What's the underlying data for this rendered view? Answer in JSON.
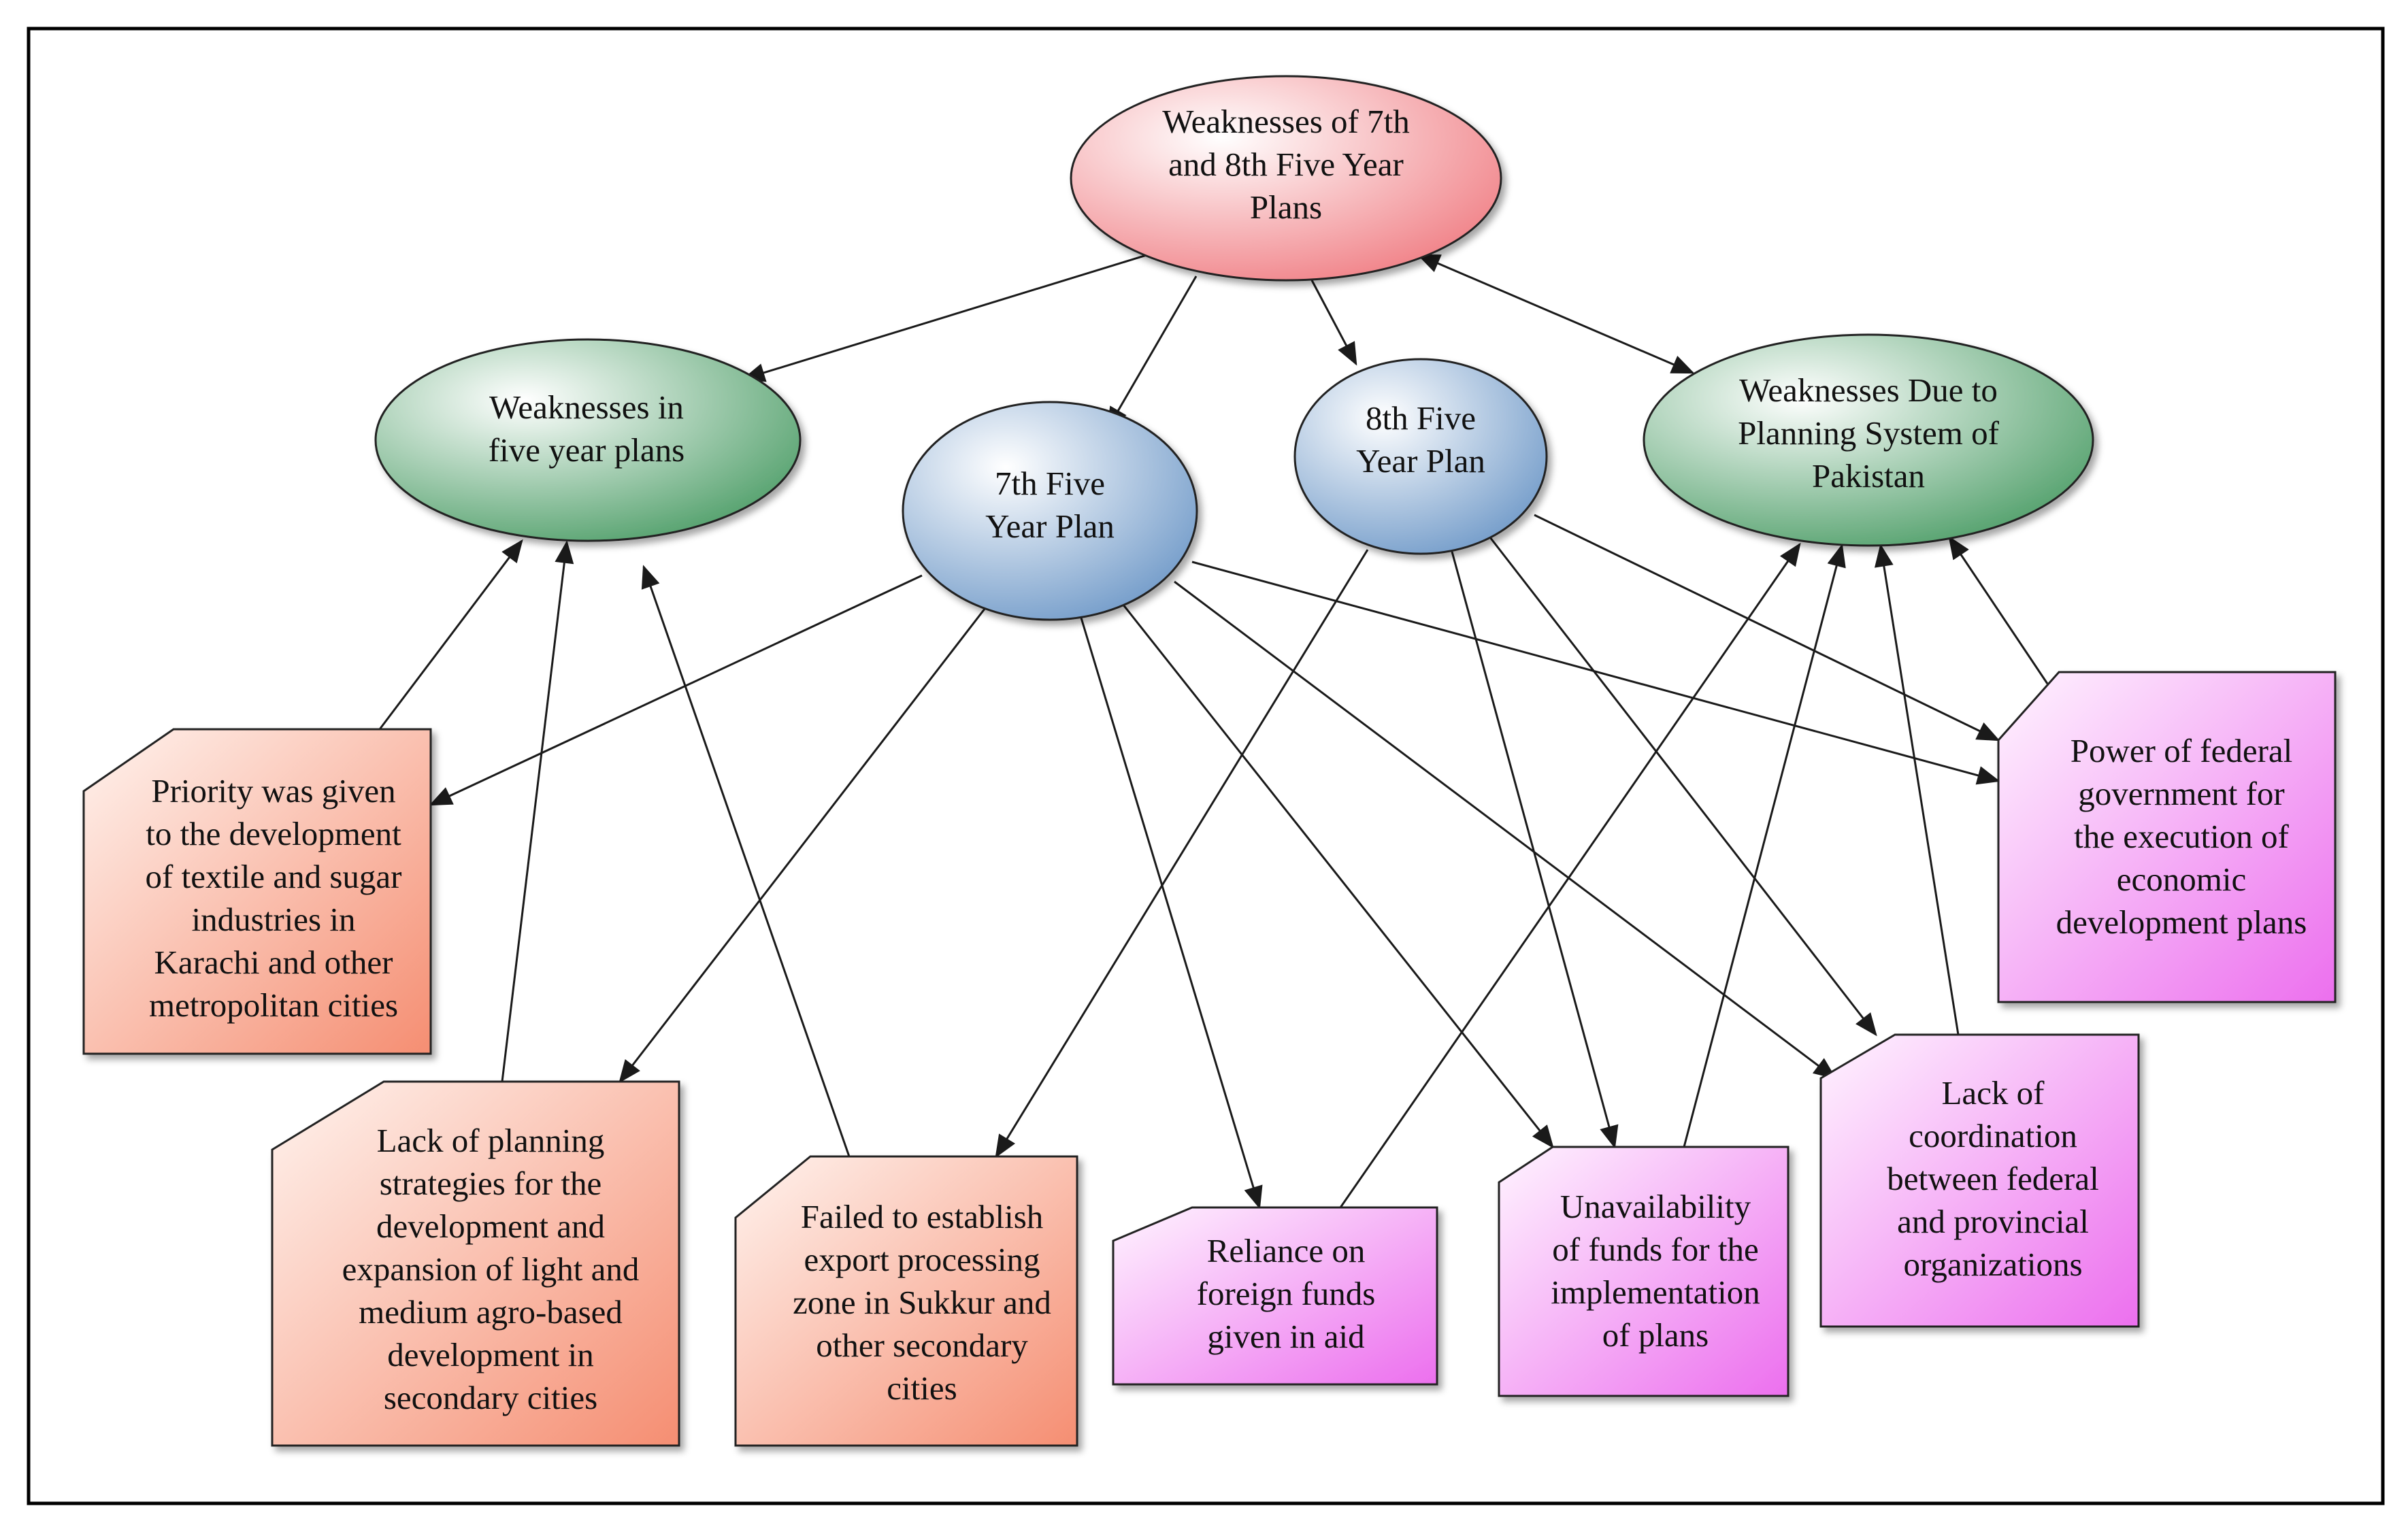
{
  "colors": {
    "root_fill": "#f4a6a8",
    "plan_fill": "#a9c3e0",
    "category_fill": "#a8d3b4",
    "weakness_warm_fill": "#fbc4b2",
    "weakness_pink_fill": "#f3b8f4",
    "edge": "#1a1a1a",
    "frame": "#000000"
  },
  "nodes": {
    "root": {
      "lines": [
        "Weaknesses of 7th",
        "and 8th Five Year",
        "Plans"
      ]
    },
    "five_year": {
      "lines": [
        "Weaknesses in",
        "five year  plans"
      ]
    },
    "seventh": {
      "lines": [
        "7th Five",
        "Year Plan"
      ]
    },
    "eighth": {
      "lines": [
        "8th Five",
        "Year Plan"
      ]
    },
    "planning_system": {
      "lines": [
        "Weaknesses Due to",
        "Planning System of",
        "Pakistan"
      ]
    },
    "priority": {
      "lines": [
        "Priority was given",
        "to the development",
        "of textile and sugar",
        "industries in",
        "Karachi and other",
        "metropolitan cities"
      ]
    },
    "lack_planning": {
      "lines": [
        "Lack of  planning",
        "strategies for the",
        "development and",
        "expansion of light and",
        "medium agro-based",
        "development in",
        "secondary cities"
      ]
    },
    "failed_export": {
      "lines": [
        "Failed to establish",
        "export processing",
        "zone in Sukkur and",
        "other secondary",
        "cities"
      ]
    },
    "reliance": {
      "lines": [
        "Reliance on",
        "foreign funds",
        "given in aid"
      ]
    },
    "unavailability": {
      "lines": [
        "Unavailability",
        "of funds for the",
        "implementation",
        "of plans"
      ]
    },
    "coordination": {
      "lines": [
        "Lack of",
        "coordination",
        "between federal",
        "and provincial",
        "organizations"
      ]
    },
    "federal_power": {
      "lines": [
        "Power of federal",
        "government for",
        "the execution of",
        "economic",
        "development plans"
      ]
    }
  },
  "edges": [
    {
      "from": "root",
      "to": "five_year",
      "arrows": "both"
    },
    {
      "from": "root",
      "to": "planning_system",
      "arrows": "both"
    },
    {
      "from": "root",
      "to": "seventh",
      "arrows": "end"
    },
    {
      "from": "root",
      "to": "eighth",
      "arrows": "end"
    },
    {
      "from": "priority",
      "to": "five_year",
      "arrows": "end"
    },
    {
      "from": "lack_planning",
      "to": "five_year",
      "arrows": "end"
    },
    {
      "from": "failed_export",
      "to": "five_year",
      "arrows": "end"
    },
    {
      "from": "seventh",
      "to": "priority",
      "arrows": "end"
    },
    {
      "from": "seventh",
      "to": "lack_planning",
      "arrows": "end"
    },
    {
      "from": "seventh",
      "to": "reliance",
      "arrows": "end"
    },
    {
      "from": "seventh",
      "to": "unavailability",
      "arrows": "end"
    },
    {
      "from": "seventh",
      "to": "coordination",
      "arrows": "end"
    },
    {
      "from": "seventh",
      "to": "federal_power",
      "arrows": "end"
    },
    {
      "from": "eighth",
      "to": "failed_export",
      "arrows": "end"
    },
    {
      "from": "eighth",
      "to": "unavailability",
      "arrows": "end"
    },
    {
      "from": "eighth",
      "to": "coordination",
      "arrows": "end"
    },
    {
      "from": "eighth",
      "to": "federal_power",
      "arrows": "end"
    },
    {
      "from": "reliance",
      "to": "planning_system",
      "arrows": "end"
    },
    {
      "from": "unavailability",
      "to": "planning_system",
      "arrows": "end"
    },
    {
      "from": "coordination",
      "to": "planning_system",
      "arrows": "end"
    },
    {
      "from": "federal_power",
      "to": "planning_system",
      "arrows": "end"
    }
  ]
}
